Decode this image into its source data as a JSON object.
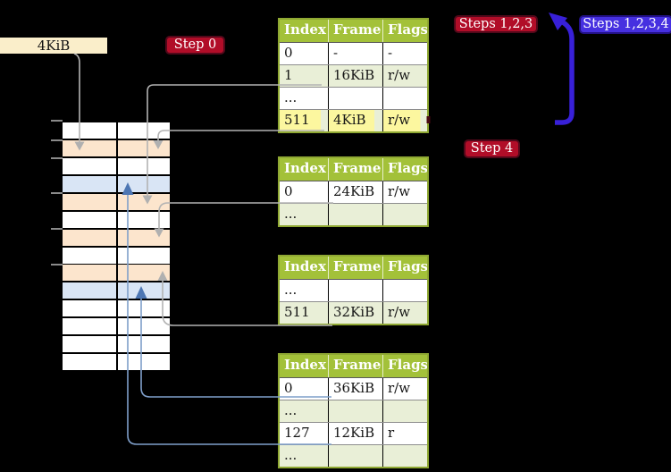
{
  "palette": {
    "background": "#000000",
    "table_header_green": "#a3c139",
    "table_border_olive": "#8fa833",
    "row_tint_green": "#e9efd7",
    "highlight_yellow": "#fcf79f",
    "frame_label_bg": "#faeeca",
    "memory_page_table_frame": "#fce5cd",
    "memory_mapped_page": "#d9e5f5",
    "memory_free_frame": "#ffffff",
    "badge_red": "#b10d28",
    "badge_blue": "#4630e0",
    "arrow_gray": "#b3b3b3",
    "arrow_steel_blue": "#4d76b3",
    "connector_blue": "#7f9fca",
    "big_arrow_indigo": "#3820d8"
  },
  "frame_label": {
    "text": "4KiB"
  },
  "badges": [
    {
      "id": "step-0",
      "text": "Step 0",
      "style": "red"
    },
    {
      "id": "steps-123",
      "text": "Steps 1,2,3",
      "style": "red"
    },
    {
      "id": "steps-1234",
      "text": "Steps 1,2,3,4",
      "style": "blue"
    },
    {
      "id": "step-4",
      "text": "Step 4",
      "style": "red"
    }
  ],
  "page_tables": [
    {
      "name": "page-table-1",
      "headers": [
        "Index",
        "Frame",
        "Flags"
      ],
      "rows": [
        {
          "cells": [
            "0",
            "-",
            "-"
          ],
          "tint": false,
          "highlight": false
        },
        {
          "cells": [
            "1",
            "16KiB",
            "r/w"
          ],
          "tint": true,
          "highlight": false
        },
        {
          "cells": [
            "...",
            "",
            ""
          ],
          "tint": false,
          "highlight": false
        },
        {
          "cells": [
            "511",
            "4KiB",
            "r/w"
          ],
          "tint": true,
          "highlight": true
        }
      ]
    },
    {
      "name": "page-table-2",
      "headers": [
        "Index",
        "Frame",
        "Flags"
      ],
      "rows": [
        {
          "cells": [
            "0",
            "24KiB",
            "r/w"
          ],
          "tint": false,
          "highlight": false
        },
        {
          "cells": [
            "...",
            "",
            ""
          ],
          "tint": true,
          "highlight": false
        }
      ]
    },
    {
      "name": "page-table-3",
      "headers": [
        "Index",
        "Frame",
        "Flags"
      ],
      "rows": [
        {
          "cells": [
            "...",
            "",
            ""
          ],
          "tint": false,
          "highlight": false
        },
        {
          "cells": [
            "511",
            "32KiB",
            "r/w"
          ],
          "tint": true,
          "highlight": false
        }
      ]
    },
    {
      "name": "page-table-4",
      "headers": [
        "Index",
        "Frame",
        "Flags"
      ],
      "rows": [
        {
          "cells": [
            "0",
            "36KiB",
            "r/w"
          ],
          "tint": false,
          "highlight": false
        },
        {
          "cells": [
            "...",
            "",
            ""
          ],
          "tint": true,
          "highlight": false
        },
        {
          "cells": [
            "127",
            "12KiB",
            "r"
          ],
          "tint": false,
          "highlight": false
        },
        {
          "cells": [
            "...",
            "",
            ""
          ],
          "tint": true,
          "highlight": false
        }
      ]
    }
  ],
  "memory": {
    "rows": [
      "free",
      "page-table",
      "free",
      "mapped-page",
      "page-table",
      "free",
      "page-table",
      "free",
      "page-table",
      "mapped-page",
      "free",
      "free",
      "free",
      "free"
    ]
  },
  "arrows": [
    {
      "id": "label-to-frame-4kib",
      "color": "gray"
    },
    {
      "id": "t1-entry1-to-frame-16kib",
      "color": "gray"
    },
    {
      "id": "t1-entry511-to-frame-4kib",
      "color": "gray"
    },
    {
      "id": "t2-entry0-to-frame-24kib",
      "color": "gray"
    },
    {
      "id": "t3-entry511-to-frame-32kib",
      "color": "gray"
    },
    {
      "id": "t4-entry0-to-frame-36kib",
      "color": "blue"
    },
    {
      "id": "t4-entry127-to-frame-12kib",
      "color": "blue"
    },
    {
      "id": "steps-1234-return-arrow",
      "color": "indigo"
    }
  ]
}
